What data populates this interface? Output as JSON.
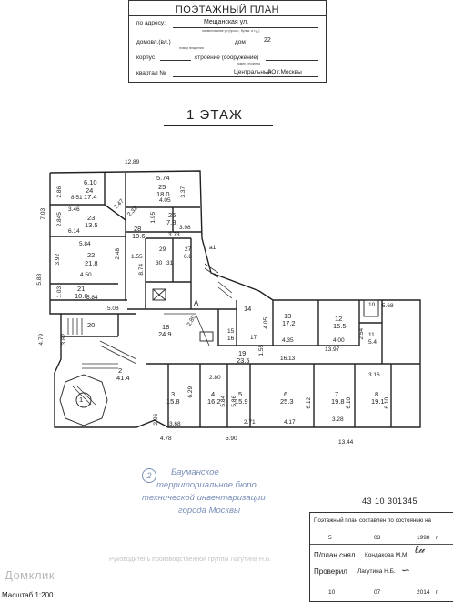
{
  "header": {
    "title": "ПОЭТАЖНЫЙ ПЛАН",
    "address_label": "по адресу:",
    "street": "Мещанская ул.",
    "street_hint": "наименование ул (просп., бульв. и т.д.)",
    "house_label": "домовл.(вл.)",
    "house_hint": "номер владения",
    "dom_label": "дом",
    "dom_value": "22",
    "korpus_label": "корпус",
    "building_label": "строение (сооружение)",
    "building_hint": "номер строения",
    "quarter_label": "квартал №",
    "district": "Центральный",
    "city": "АО г.Москвы"
  },
  "floor_title": "1 ЭТАЖ",
  "rooms": [
    {
      "num": "24",
      "area": "17.4"
    },
    {
      "num": "25",
      "area": "18.0"
    },
    {
      "num": "23",
      "area": "13.5"
    },
    {
      "num": "26",
      "area": "7.8"
    },
    {
      "num": "28",
      "area": "19.6"
    },
    {
      "num": "22",
      "area": "21.8"
    },
    {
      "num": "29",
      "area": ""
    },
    {
      "num": "27",
      "area": "6.8"
    },
    {
      "num": "30",
      "area": ""
    },
    {
      "num": "31",
      "area": ""
    },
    {
      "num": "21",
      "area": "10.6"
    },
    {
      "num": "20",
      "area": ""
    },
    {
      "num": "18",
      "area": "24.9"
    },
    {
      "num": "14",
      "area": ""
    },
    {
      "num": "13",
      "area": "17.2"
    },
    {
      "num": "12",
      "area": "15.5"
    },
    {
      "num": "10",
      "area": ""
    },
    {
      "num": "11",
      "area": "5.4"
    },
    {
      "num": "15",
      "area": ""
    },
    {
      "num": "16",
      "area": ""
    },
    {
      "num": "17",
      "area": ""
    },
    {
      "num": "19",
      "area": "23.5"
    },
    {
      "num": "2",
      "area": "41.4"
    },
    {
      "num": "3",
      "area": "15.8"
    },
    {
      "num": "4",
      "area": "16.2"
    },
    {
      "num": "5",
      "area": "15.9"
    },
    {
      "num": "6",
      "area": "25.3"
    },
    {
      "num": "7",
      "area": "19.8"
    },
    {
      "num": "8",
      "area": "19.1"
    },
    {
      "num": "1",
      "area": ""
    }
  ],
  "letters": [
    "А",
    "а1"
  ],
  "dims": [
    "12.89",
    "7.03",
    "6.10",
    "2.86",
    "8.51",
    "5.74",
    "3.37",
    "4.05",
    "2.47",
    "2.32",
    "3.46",
    "2.845",
    "6.14",
    "1.95",
    "3.98",
    "3.73",
    "5.84",
    "3.92",
    "2.48",
    "4.50",
    "1.55",
    "8.74",
    "5.88",
    "1.03",
    "5.84",
    "5.08",
    "4.79",
    "3.62",
    "2.80",
    "4.05",
    "4.35",
    "13.97",
    "4.00",
    "2.54",
    "5.68",
    "1.55",
    "16.13",
    "2.80",
    "3.16",
    "6.29",
    "5.84",
    "5.86",
    "6.12",
    "6.10",
    "6.10",
    "2.06",
    "3.68",
    "2.71",
    "4.17",
    "3.28",
    "4.78",
    "5.90",
    "13.44"
  ],
  "stamp": {
    "num": "2",
    "lines": [
      "Бауманское",
      "территориальное бюро",
      "технической инвентаризации",
      "города Москвы"
    ]
  },
  "inventory_number": "43 10 301345",
  "footer": {
    "state_label": "Поэтажный план составлен по состоянию на",
    "date1_day": "5",
    "date1_month": "03",
    "date1_year": "1998",
    "date1_suffix": "г.",
    "removed_label": "П/план снял",
    "removed_name": "Кондакова М.М.",
    "checked_label": "Проверил",
    "checked_name": "Лагутина Н.Б.",
    "date2_day": "10",
    "date2_month": "07",
    "date2_year": "2014",
    "date2_suffix": "г."
  },
  "faded_line": "Руководитель производственной группы Лагутина Н.Б.",
  "watermark": "Домклик",
  "scale": "Масштаб 1:200"
}
